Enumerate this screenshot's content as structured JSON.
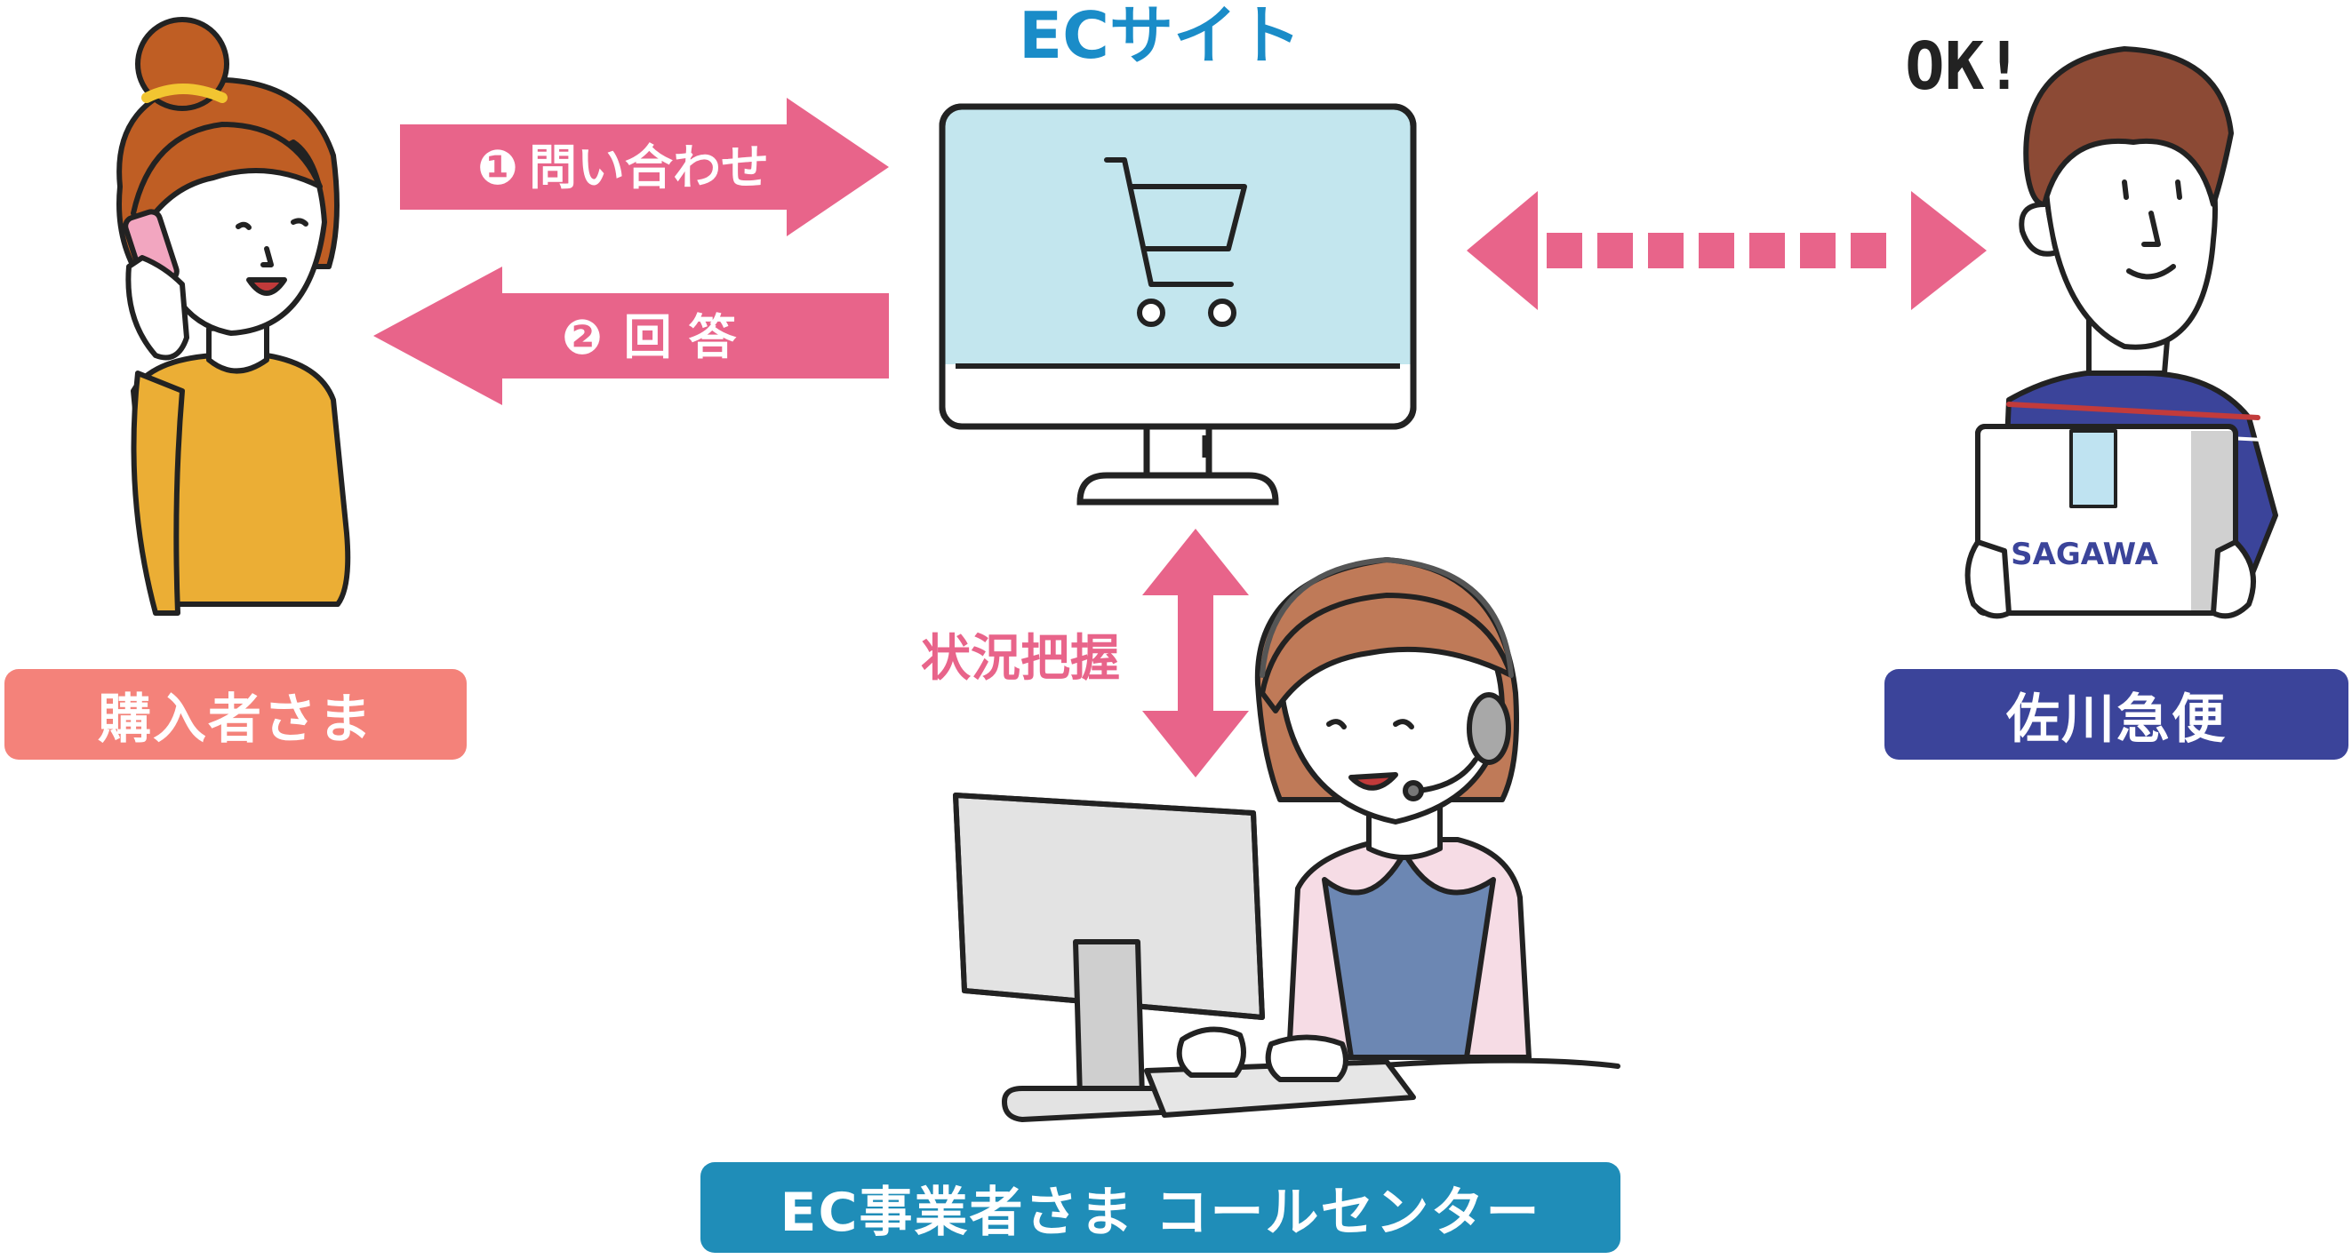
{
  "site_title": "ECサイト",
  "customer": {
    "label": "購入者さま"
  },
  "courier": {
    "label": "佐川急便",
    "speech": "OK!",
    "box_brand": "SAGAWA"
  },
  "callcenter": {
    "label": "EC事業者さま コールセンター"
  },
  "arrows": {
    "inquiry": {
      "number": "❶",
      "text": "問い合わせ"
    },
    "answer": {
      "number": "❷",
      "text": "回 答"
    },
    "status": "状況把握"
  },
  "colors": {
    "arrow_pink": "#E8648A",
    "site_title_blue": "#1A8CC8",
    "customer_pill": "#F4827A",
    "courier_pill": "#3B449A",
    "callcenter_pill": "#1F8DB8",
    "screen_blue": "#C3E6EE"
  }
}
